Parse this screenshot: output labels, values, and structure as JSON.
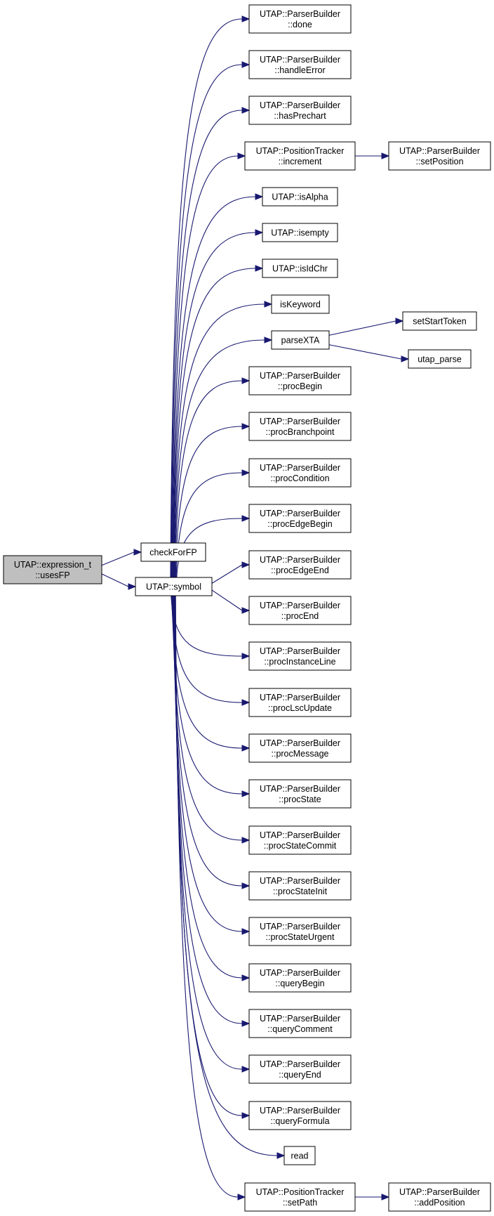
{
  "colors": {
    "edge": "#191970",
    "root_fill": "#bfbfbf",
    "node_fill": "#ffffff",
    "border": "#000000"
  },
  "nodes": [
    {
      "id": "usesFP",
      "lines": [
        "UTAP::expression_t",
        "::usesFP"
      ],
      "root": true
    },
    {
      "id": "checkForFP",
      "lines": [
        "checkForFP"
      ]
    },
    {
      "id": "symbol",
      "lines": [
        "UTAP::symbol"
      ]
    },
    {
      "id": "done",
      "lines": [
        "UTAP::ParserBuilder",
        "::done"
      ]
    },
    {
      "id": "handleError",
      "lines": [
        "UTAP::ParserBuilder",
        "::handleError"
      ]
    },
    {
      "id": "hasPrechart",
      "lines": [
        "UTAP::ParserBuilder",
        "::hasPrechart"
      ]
    },
    {
      "id": "increment",
      "lines": [
        "UTAP::PositionTracker",
        "::increment"
      ]
    },
    {
      "id": "setPosition",
      "lines": [
        "UTAP::ParserBuilder",
        "::setPosition"
      ]
    },
    {
      "id": "isAlpha",
      "lines": [
        "UTAP::isAlpha"
      ]
    },
    {
      "id": "isempty",
      "lines": [
        "UTAP::isempty"
      ]
    },
    {
      "id": "isIdChr",
      "lines": [
        "UTAP::isIdChr"
      ]
    },
    {
      "id": "isKeyword",
      "lines": [
        "isKeyword"
      ]
    },
    {
      "id": "parseXTA",
      "lines": [
        "parseXTA"
      ]
    },
    {
      "id": "setStartToken",
      "lines": [
        "setStartToken"
      ]
    },
    {
      "id": "utap_parse",
      "lines": [
        "utap_parse"
      ]
    },
    {
      "id": "procBegin",
      "lines": [
        "UTAP::ParserBuilder",
        "::procBegin"
      ]
    },
    {
      "id": "procBranchpoint",
      "lines": [
        "UTAP::ParserBuilder",
        "::procBranchpoint"
      ]
    },
    {
      "id": "procCondition",
      "lines": [
        "UTAP::ParserBuilder",
        "::procCondition"
      ]
    },
    {
      "id": "procEdgeBegin",
      "lines": [
        "UTAP::ParserBuilder",
        "::procEdgeBegin"
      ]
    },
    {
      "id": "procEdgeEnd",
      "lines": [
        "UTAP::ParserBuilder",
        "::procEdgeEnd"
      ]
    },
    {
      "id": "procEnd",
      "lines": [
        "UTAP::ParserBuilder",
        "::procEnd"
      ]
    },
    {
      "id": "procInstanceLine",
      "lines": [
        "UTAP::ParserBuilder",
        "::procInstanceLine"
      ]
    },
    {
      "id": "procLscUpdate",
      "lines": [
        "UTAP::ParserBuilder",
        "::procLscUpdate"
      ]
    },
    {
      "id": "procMessage",
      "lines": [
        "UTAP::ParserBuilder",
        "::procMessage"
      ]
    },
    {
      "id": "procState",
      "lines": [
        "UTAP::ParserBuilder",
        "::procState"
      ]
    },
    {
      "id": "procStateCommit",
      "lines": [
        "UTAP::ParserBuilder",
        "::procStateCommit"
      ]
    },
    {
      "id": "procStateInit",
      "lines": [
        "UTAP::ParserBuilder",
        "::procStateInit"
      ]
    },
    {
      "id": "procStateUrgent",
      "lines": [
        "UTAP::ParserBuilder",
        "::procStateUrgent"
      ]
    },
    {
      "id": "queryBegin",
      "lines": [
        "UTAP::ParserBuilder",
        "::queryBegin"
      ]
    },
    {
      "id": "queryComment",
      "lines": [
        "UTAP::ParserBuilder",
        "::queryComment"
      ]
    },
    {
      "id": "queryEnd",
      "lines": [
        "UTAP::ParserBuilder",
        "::queryEnd"
      ]
    },
    {
      "id": "queryFormula",
      "lines": [
        "UTAP::ParserBuilder",
        "::queryFormula"
      ]
    },
    {
      "id": "read",
      "lines": [
        "read"
      ]
    },
    {
      "id": "setPath",
      "lines": [
        "UTAP::PositionTracker",
        "::setPath"
      ]
    },
    {
      "id": "addPosition",
      "lines": [
        "UTAP::ParserBuilder",
        "::addPosition"
      ]
    }
  ],
  "edges": [
    [
      "usesFP",
      "checkForFP"
    ],
    [
      "usesFP",
      "symbol"
    ],
    [
      "symbol",
      "done"
    ],
    [
      "symbol",
      "handleError"
    ],
    [
      "symbol",
      "hasPrechart"
    ],
    [
      "symbol",
      "increment"
    ],
    [
      "symbol",
      "isAlpha"
    ],
    [
      "symbol",
      "isempty"
    ],
    [
      "symbol",
      "isIdChr"
    ],
    [
      "symbol",
      "isKeyword"
    ],
    [
      "symbol",
      "parseXTA"
    ],
    [
      "symbol",
      "procBegin"
    ],
    [
      "symbol",
      "procBranchpoint"
    ],
    [
      "symbol",
      "procCondition"
    ],
    [
      "symbol",
      "procEdgeBegin"
    ],
    [
      "symbol",
      "procEdgeEnd"
    ],
    [
      "symbol",
      "procEnd"
    ],
    [
      "symbol",
      "procInstanceLine"
    ],
    [
      "symbol",
      "procLscUpdate"
    ],
    [
      "symbol",
      "procMessage"
    ],
    [
      "symbol",
      "procState"
    ],
    [
      "symbol",
      "procStateCommit"
    ],
    [
      "symbol",
      "procStateInit"
    ],
    [
      "symbol",
      "procStateUrgent"
    ],
    [
      "symbol",
      "queryBegin"
    ],
    [
      "symbol",
      "queryComment"
    ],
    [
      "symbol",
      "queryEnd"
    ],
    [
      "symbol",
      "queryFormula"
    ],
    [
      "symbol",
      "read"
    ],
    [
      "symbol",
      "setPath"
    ],
    [
      "increment",
      "setPosition"
    ],
    [
      "parseXTA",
      "setStartToken"
    ],
    [
      "parseXTA",
      "utap_parse"
    ],
    [
      "setPath",
      "addPosition"
    ]
  ]
}
